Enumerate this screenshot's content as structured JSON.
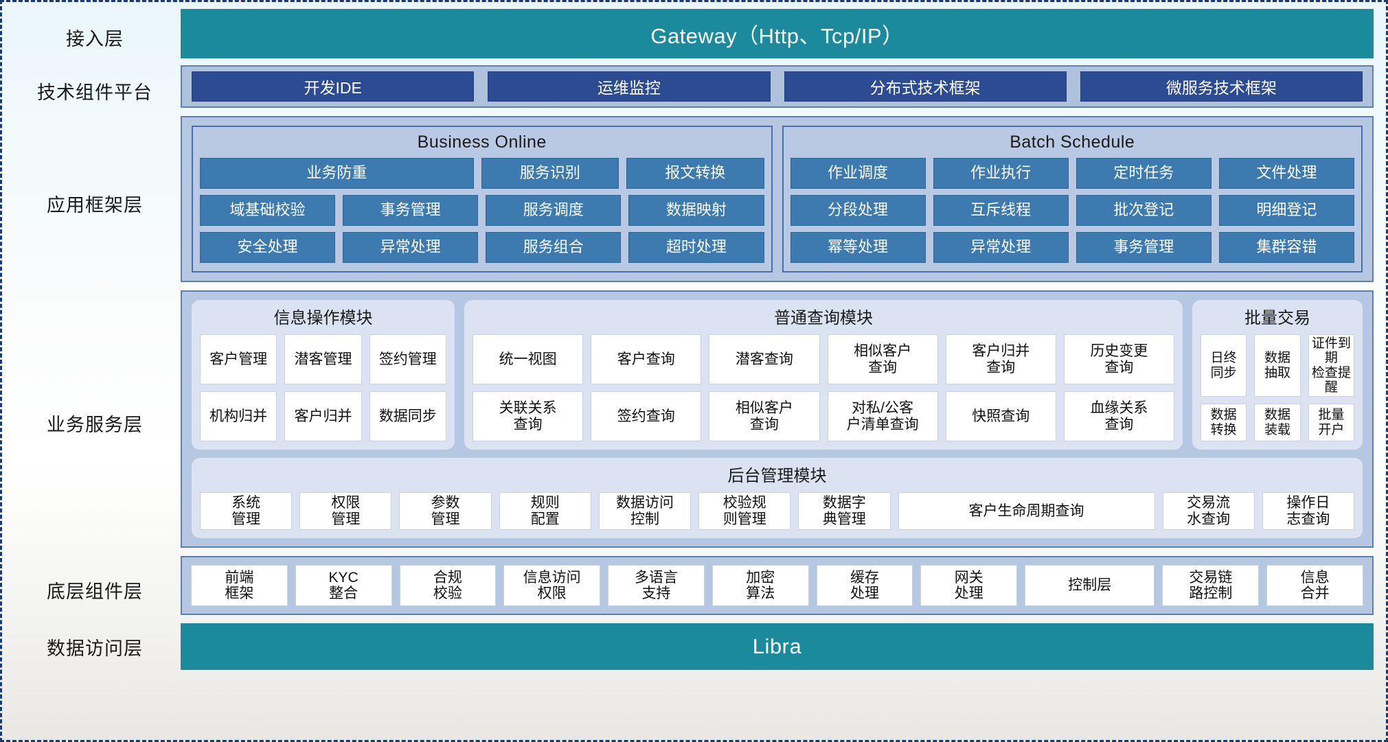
{
  "layers": [
    {
      "label": "接入层"
    },
    {
      "label": "技术组件平台"
    },
    {
      "label": "应用框架层"
    },
    {
      "label": "业务服务层"
    },
    {
      "label": "底层组件层"
    },
    {
      "label": "数据访问层"
    }
  ],
  "gateway": {
    "label": "Gateway（Http、Tcp/IP）"
  },
  "data_access": {
    "label": "Libra"
  },
  "tech_platform": {
    "chips": [
      "开发IDE",
      "运维监控",
      "分布式技术框架",
      "微服务技术框架"
    ]
  },
  "app_framework": {
    "groups": [
      {
        "title": "Business Online",
        "rows": [
          [
            "业务防重",
            "服务识别",
            "报文转换"
          ],
          [
            "域基础校验",
            "事务管理",
            "服务调度",
            "数据映射"
          ],
          [
            "安全处理",
            "异常处理",
            "服务组合",
            "超时处理"
          ]
        ]
      },
      {
        "title": "Batch Schedule",
        "rows": [
          [
            "作业调度",
            "作业执行",
            "定时任务",
            "文件处理"
          ],
          [
            "分段处理",
            "互斥线程",
            "批次登记",
            "明细登记"
          ],
          [
            "幂等处理",
            "异常处理",
            "事务管理",
            "集群容错"
          ]
        ]
      }
    ]
  },
  "business_service": {
    "info_module": {
      "title": "信息操作模块",
      "rows": [
        [
          "客户管理",
          "潜客管理",
          "签约管理"
        ],
        [
          "机构归并",
          "客户归并",
          "数据同步"
        ]
      ]
    },
    "query_module": {
      "title": "普通查询模块",
      "rows": [
        [
          "统一视图",
          "客户查询",
          "潜客查询",
          "相似客户\n查询",
          "客户归并\n查询",
          "历史变更\n查询"
        ],
        [
          "关联关系\n查询",
          "签约查询",
          "相似客户\n查询",
          "对私/公客\n户清单查询",
          "快照查询",
          "血缘关系\n查询"
        ]
      ]
    },
    "batch_module": {
      "title": "批量交易",
      "rows": [
        [
          "日终\n同步",
          "数据\n抽取",
          "证件到期\n检查提醒"
        ],
        [
          "数据\n转换",
          "数据\n装载",
          "批量\n开户"
        ]
      ]
    },
    "admin_module": {
      "title": "后台管理模块",
      "cells": [
        "系统\n管理",
        "权限\n管理",
        "参数\n管理",
        "规则\n配置",
        "数据访问\n控制",
        "校验规\n则管理",
        "数据字\n典管理",
        "客户生命周期查询",
        "交易流\n水查询",
        "操作日\n志查询"
      ]
    }
  },
  "bottom_components": {
    "cells": [
      "前端\n框架",
      "KYC\n整合",
      "合规\n校验",
      "信息访问\n权限",
      "多语言\n支持",
      "加密\n算法",
      "缓存\n处理",
      "网关\n处理",
      "控制层",
      "交易链\n路控制",
      "信息\n合并"
    ]
  },
  "colors": {
    "teal": "#1b8a9c",
    "dark_blue_chip": "#2d4b92",
    "framework_cell": "#3d7ab0",
    "band_bg": "#b6c7e2",
    "band_border": "#5b7fb0",
    "card_bg": "#dbe3f2"
  }
}
